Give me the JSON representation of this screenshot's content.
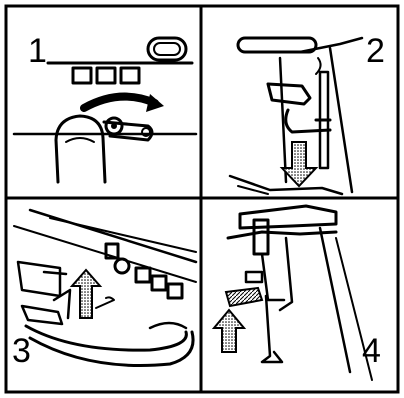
{
  "panels": [
    {
      "number": "1",
      "depicts": "switch-knob-turn"
    },
    {
      "number": "2",
      "depicts": "lever-lift"
    },
    {
      "number": "3",
      "depicts": "clip-release"
    },
    {
      "number": "4",
      "depicts": "cover-lift"
    }
  ],
  "colors": {
    "ink": "#000000",
    "background": "#ffffff"
  }
}
